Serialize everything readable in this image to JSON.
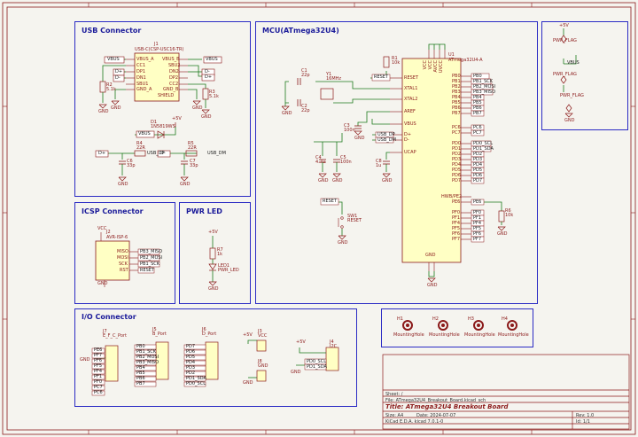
{
  "sections": {
    "usb": "USB Connector",
    "mcu": "MCU(ATmega32U4)",
    "icsp": "ICSP Connector",
    "pwr": "PWR LED",
    "io": "I/O Connector"
  },
  "usb": {
    "ref": "J1",
    "part": "USB-C(CSP-USC16-TR)",
    "vbus": "VBUS",
    "dp": "D+",
    "dm": "D-",
    "shield": "SHIELD",
    "pins_left": [
      "VBUS_A",
      "CC1",
      "DP1",
      "DN1",
      "SBU1",
      "GND_A"
    ],
    "pins_right": [
      "VBUS_B",
      "SBU2",
      "DN2",
      "DP2",
      "CC2",
      "GND_B"
    ],
    "r3": "R3\n5.1k",
    "r2": "R2\n5.1k",
    "d1": "D1\n1N5819WS",
    "r4": "R4\n22R",
    "r5": "R5\n22R",
    "c6": "C6\n33p",
    "c7": "C7\n33p",
    "usb_dp": "USB_DP",
    "usb_dm": "USB_DM",
    "gnd": "GND",
    "plus5": "+5V"
  },
  "mcu": {
    "ref": "U1",
    "part": "ATmega32U4-A",
    "reset": "RESET",
    "xtal1": "XTAL1",
    "xtal2": "XTAL2",
    "aref": "AREF",
    "vbus": "VBUS",
    "udp": "D+",
    "udm": "D-",
    "ucap": "UCAP",
    "y1": "Y1\n16MHz",
    "c1": "C1\n22p",
    "c2": "C2\n22p",
    "c3": "C3\n100n",
    "c4": "C4\n4.7u",
    "c5": "C5\n100n",
    "c8": "C8\n1u",
    "r1": "R1\n10k",
    "r6": "R6\n10k",
    "sw1": "SW1\nRESET",
    "hwb": "HWB/PE2",
    "pe6": "PE6",
    "portb": [
      "PB0",
      "PB1",
      "PB2",
      "PB3",
      "PB4",
      "PB5",
      "PB6",
      "PB7"
    ],
    "portb_nets": [
      "PB0",
      "PB1_SCK",
      "PB2_MOSI",
      "PB3_MISO",
      "PB4",
      "PB5",
      "PB6",
      "PB7"
    ],
    "portc": [
      "PC6",
      "PC7"
    ],
    "portd": [
      "PD0",
      "PD1",
      "PD2",
      "PD3",
      "PD4",
      "PD5",
      "PD6",
      "PD7"
    ],
    "portd_nets": [
      "PD0_SCL",
      "PD1_SDA",
      "PD2",
      "PD3",
      "PD4",
      "PD5",
      "PD6",
      "PD7"
    ],
    "portf": [
      "PF0",
      "PF1",
      "PF4",
      "PF5",
      "PF6",
      "PF7"
    ],
    "pins_vcc": [
      "VCC",
      "VCC",
      "AVCC",
      "UVCC"
    ],
    "gnd": "GND",
    "usb_dp": "USB_DP",
    "usb_dm": "USB_DM"
  },
  "flags": {
    "pwr_flag": "PWR_FLAG",
    "vbus": "VBUS",
    "plus5": "+5V",
    "gnd": "GND"
  },
  "icsp": {
    "ref": "J2",
    "part": "AVR-ISP-6",
    "pins": [
      "MISO",
      "MOSI",
      "SCK",
      "RST"
    ],
    "nets": [
      "PB3_MISO",
      "PB2_MOSI",
      "PB1_SCK",
      "RESET"
    ],
    "vcc": "VCC",
    "gnd": "GND"
  },
  "pwrled": {
    "r7": "R7\n1k",
    "led": "LED1\nPWR_LED",
    "plus5": "+5V",
    "gnd": "GND"
  },
  "io": {
    "j7": "J7\nE_F_C_Port",
    "j5": "J5\nB_Port",
    "j6": "J6\nD_Port",
    "j3": "J3\nVCC",
    "j8": "J8\nGND",
    "j4": "J4\nI2C",
    "efc_nets": [
      "PE6",
      "PF7",
      "PF6",
      "PF5",
      "PF4",
      "PF1",
      "PF0",
      "PC7",
      "PC6"
    ],
    "b_nets": [
      "PB0",
      "PB1_SCK",
      "PB2_MOSI",
      "PB3_MISO",
      "PB4",
      "PB5",
      "PB6",
      "PB7"
    ],
    "d_nets": [
      "PD7",
      "PD6",
      "PD5",
      "PD4",
      "PD3",
      "PD2",
      "PD1_SDA",
      "PD0_SCL"
    ],
    "i2c_nets": [
      "PD0_SCL",
      "PD1_SDA"
    ]
  },
  "holes": [
    {
      "ref": "H1",
      "label": "MountingHole"
    },
    {
      "ref": "H2",
      "label": "MountingHole"
    },
    {
      "ref": "H3",
      "label": "MountingHole"
    },
    {
      "ref": "H4",
      "label": "MountingHole"
    }
  ],
  "titleblock": {
    "sheet": "Sheet: /",
    "file": "File: ATmega32U4_Breakout_Board.kicad_sch",
    "title": "Title: ATmega32U4 Breakout Board",
    "size": "Size: A4",
    "date": "Date: 2024-07-07",
    "rev": "Rev: 1.0",
    "tool": "KiCad E.D.A.  kicad 7.0.1-0",
    "id": "Id: 1/1"
  },
  "colors": {
    "wire": "#1c7a1c",
    "border": "#2b2bc4",
    "part": "#8b1a1a",
    "fill": "#ffffc4",
    "hole": "#8b1a1a"
  }
}
